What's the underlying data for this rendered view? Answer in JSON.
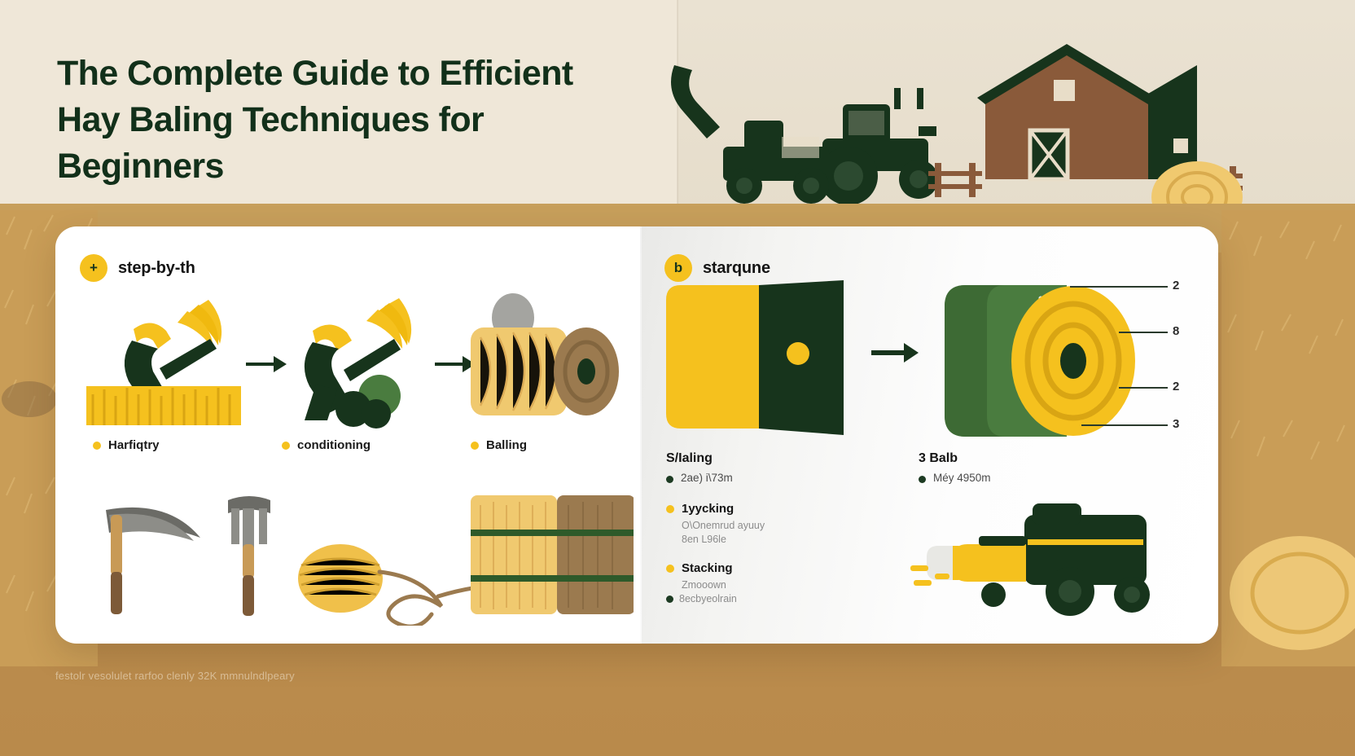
{
  "title": "The Complete Guide to Efficient Hay Baling Techniques for Beginners",
  "colors": {
    "yellow": "#f5c11e",
    "dark_green": "#17341c",
    "mid_green": "#4a7c3f",
    "cream": "#efe7d8",
    "field": "#c59a55",
    "brown": "#8a6a42",
    "card": "#ffffff"
  },
  "left_panel": {
    "badge": "+",
    "heading": "step-by-th",
    "steps": [
      {
        "label": "Harfiqtry",
        "icon": "farmer-raking-hay-icon"
      },
      {
        "label": "conditioning",
        "icon": "farmer-conditioning-hay-icon"
      },
      {
        "label": "Balling",
        "icon": "round-hay-bale-icon"
      }
    ],
    "arrows": [
      "arrow-right-icon",
      "arrow-right-icon"
    ],
    "tools": [
      "scythe-icon",
      "pitchfork-icon",
      "twine-spool-icon",
      "bound-hay-bales-icon"
    ]
  },
  "right_panel": {
    "badge": "b",
    "heading": "starqune",
    "diagram": {
      "left_shape": "yellow-green-box-icon",
      "arrow": "arrow-right-icon",
      "right_shape": "round-bale-cross-section-icon",
      "callouts": [
        "2",
        "8",
        "2",
        "3"
      ]
    },
    "spec_left": {
      "heading": "S/Ialing",
      "items": [
        "2ae) i\\73m"
      ]
    },
    "spec_right": {
      "heading": "3 Balb",
      "items": [
        "Méy 4950m"
      ]
    },
    "blocks": [
      {
        "label": "1yycking",
        "sub_lines": [
          "O\\Onemrud ayuuy",
          "8en L96le"
        ]
      },
      {
        "label": "Stacking",
        "sub_lines": [
          "Zmooown",
          "8ecbyeolrain"
        ]
      }
    ],
    "machine_icon": "green-baler-tractor-icon"
  },
  "footer": {
    "caption": "festolr vesolulet rarfoo clenly 32K mmnulndlpeary"
  },
  "scene": {
    "barn_icon": "red-barn-icon",
    "tractor_icon": "tractor-icon",
    "harvester_icon": "harvester-icon",
    "bale_icon": "round-bale-icon",
    "fence_icon": "fence-icon"
  }
}
